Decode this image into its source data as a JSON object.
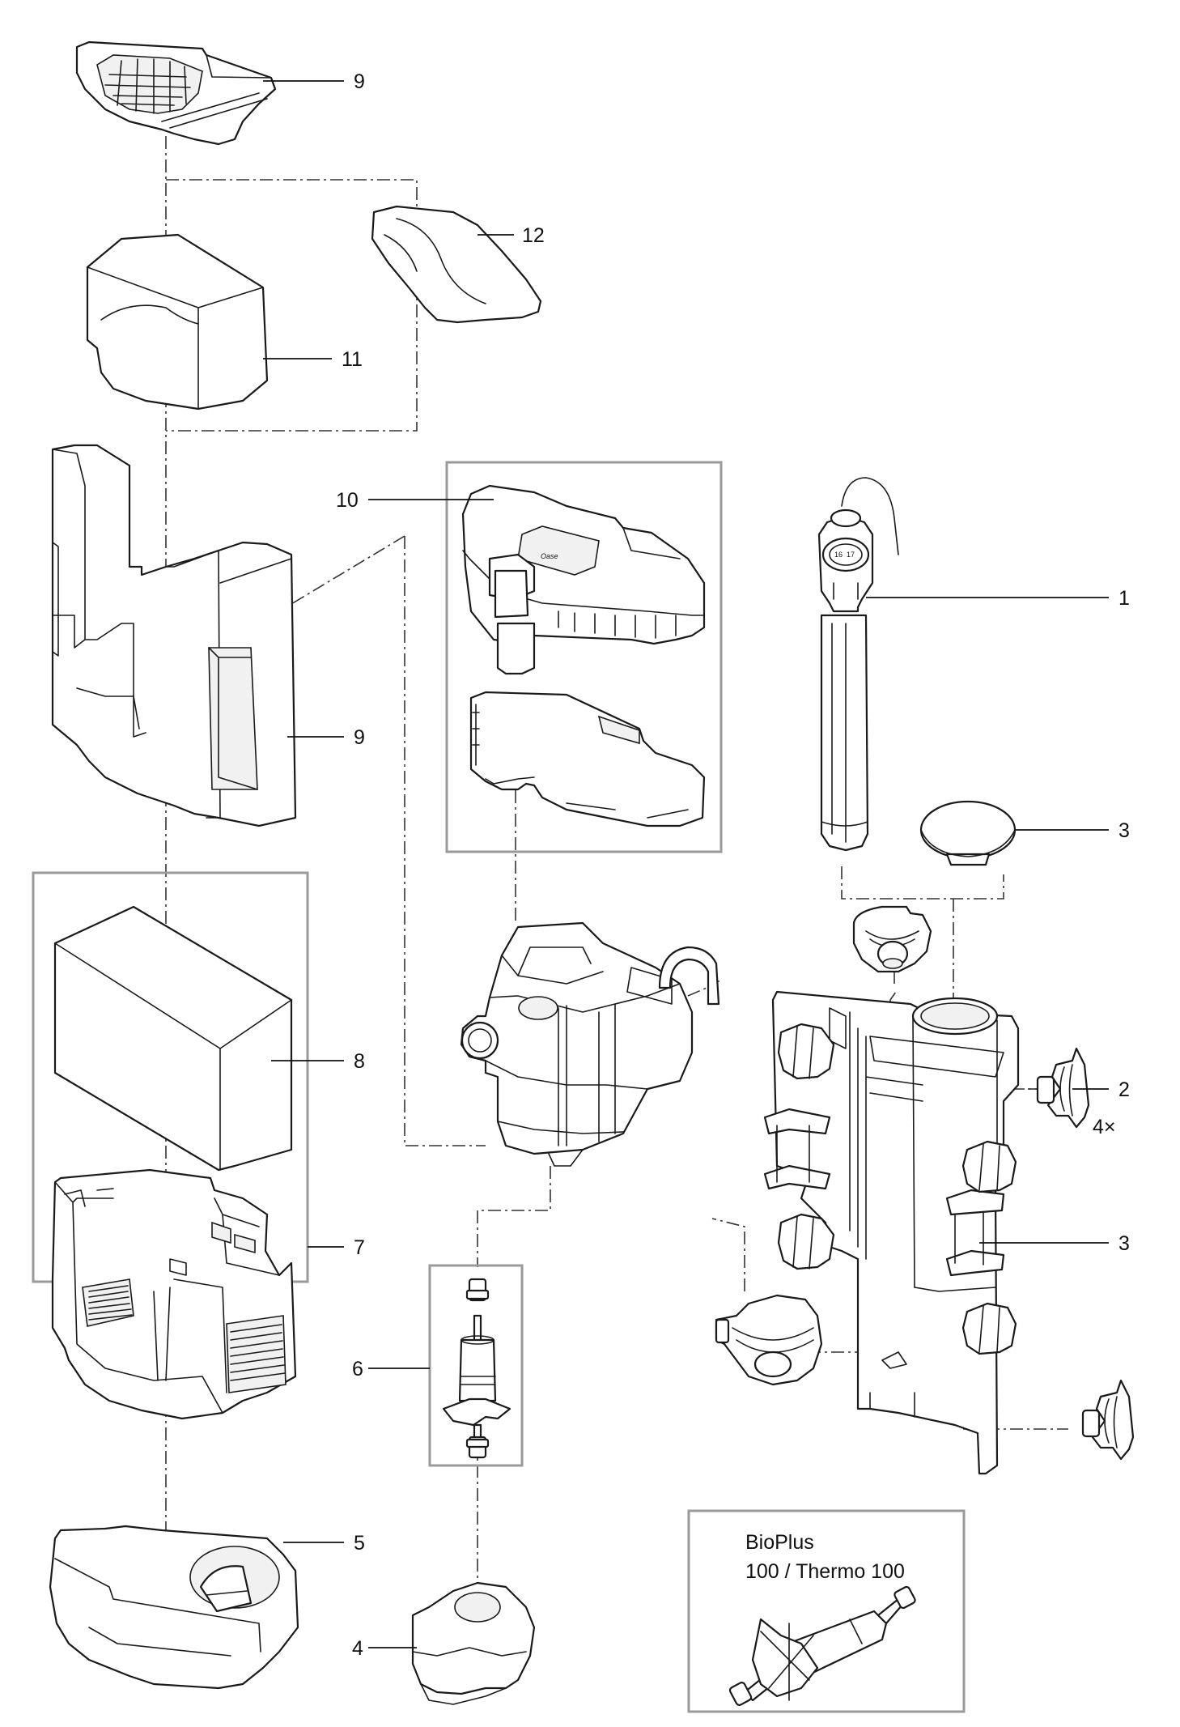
{
  "callouts": [
    {
      "id": "c9a",
      "text": "9"
    },
    {
      "id": "c12",
      "text": "12"
    },
    {
      "id": "c11",
      "text": "11"
    },
    {
      "id": "c10",
      "text": "10"
    },
    {
      "id": "c1",
      "text": "1"
    },
    {
      "id": "c9b",
      "text": "9"
    },
    {
      "id": "c3a",
      "text": "3"
    },
    {
      "id": "c8",
      "text": "8"
    },
    {
      "id": "c2",
      "text": "2"
    },
    {
      "id": "c4x",
      "text": "4×"
    },
    {
      "id": "c7",
      "text": "7"
    },
    {
      "id": "c3b",
      "text": "3"
    },
    {
      "id": "c6",
      "text": "6"
    },
    {
      "id": "c5",
      "text": "5"
    },
    {
      "id": "c4",
      "text": "4"
    }
  ],
  "inset": {
    "line1": "BioPlus",
    "line2": "100 / Thermo 100"
  },
  "dial_numbers": [
    "16",
    "17"
  ],
  "logo_text": "Oase"
}
